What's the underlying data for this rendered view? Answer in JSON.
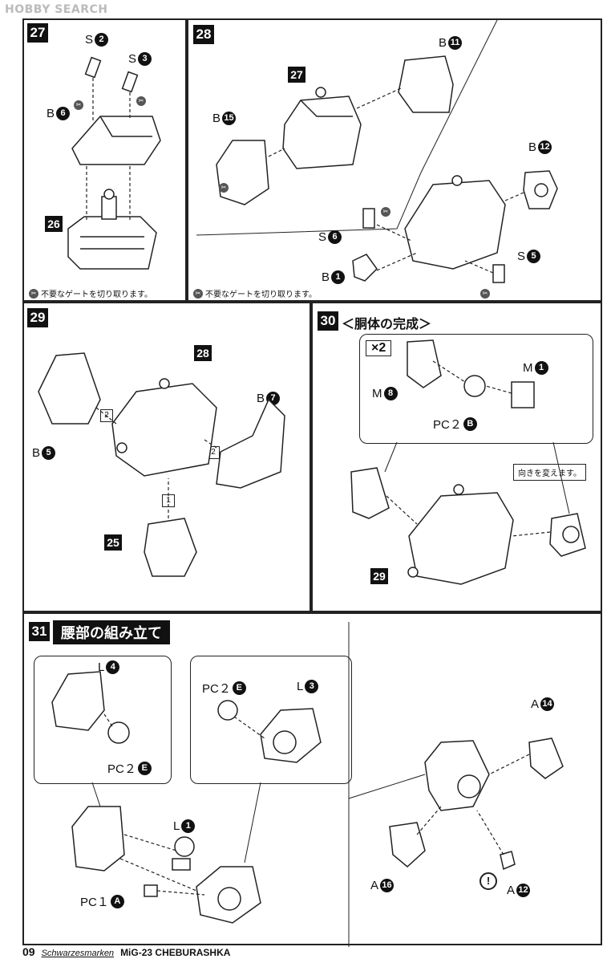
{
  "watermark": "HOBBY SEARCH",
  "steps": {
    "s27": {
      "num": "27",
      "labels": [
        "S",
        "S",
        "B"
      ],
      "nums": [
        "2",
        "3",
        "6"
      ],
      "sub": "26"
    },
    "s28": {
      "num": "28",
      "sub": "27",
      "labels": [
        "B",
        "B",
        "B",
        "S",
        "B",
        "S"
      ],
      "nums": [
        "11",
        "15",
        "12",
        "6",
        "1",
        "5"
      ]
    },
    "s29": {
      "num": "29",
      "sub_top": "28",
      "sub_bottom": "25",
      "labels": [
        "B",
        "B"
      ],
      "nums": [
        "7",
        "5"
      ],
      "order": [
        "2",
        "2",
        "1"
      ]
    },
    "s30": {
      "num": "30",
      "title": "＜胴体の完成＞",
      "x2": "×2",
      "labels": [
        "M",
        "M",
        "PC２"
      ],
      "nums": [
        "1",
        "8",
        "B"
      ],
      "sub": "29",
      "callout": "向きを変えます。"
    },
    "s31": {
      "num": "31",
      "title": "腰部の組み立て",
      "labels": [
        "L",
        "PC２",
        "PC２",
        "L",
        "L",
        "PC１",
        "A",
        "A",
        "A"
      ],
      "nums": [
        "4",
        "E",
        "E",
        "3",
        "1",
        "A",
        "14",
        "16",
        "12"
      ],
      "caution": "!"
    }
  },
  "notes": {
    "gate": "不要なゲートを切り取ります。"
  },
  "footer": {
    "page": "09",
    "series": "Schwarzesmarken",
    "title": "MiG-23 CHEBURASHKA"
  },
  "icons": [
    "cut-gate-icon",
    "caution-icon"
  ]
}
